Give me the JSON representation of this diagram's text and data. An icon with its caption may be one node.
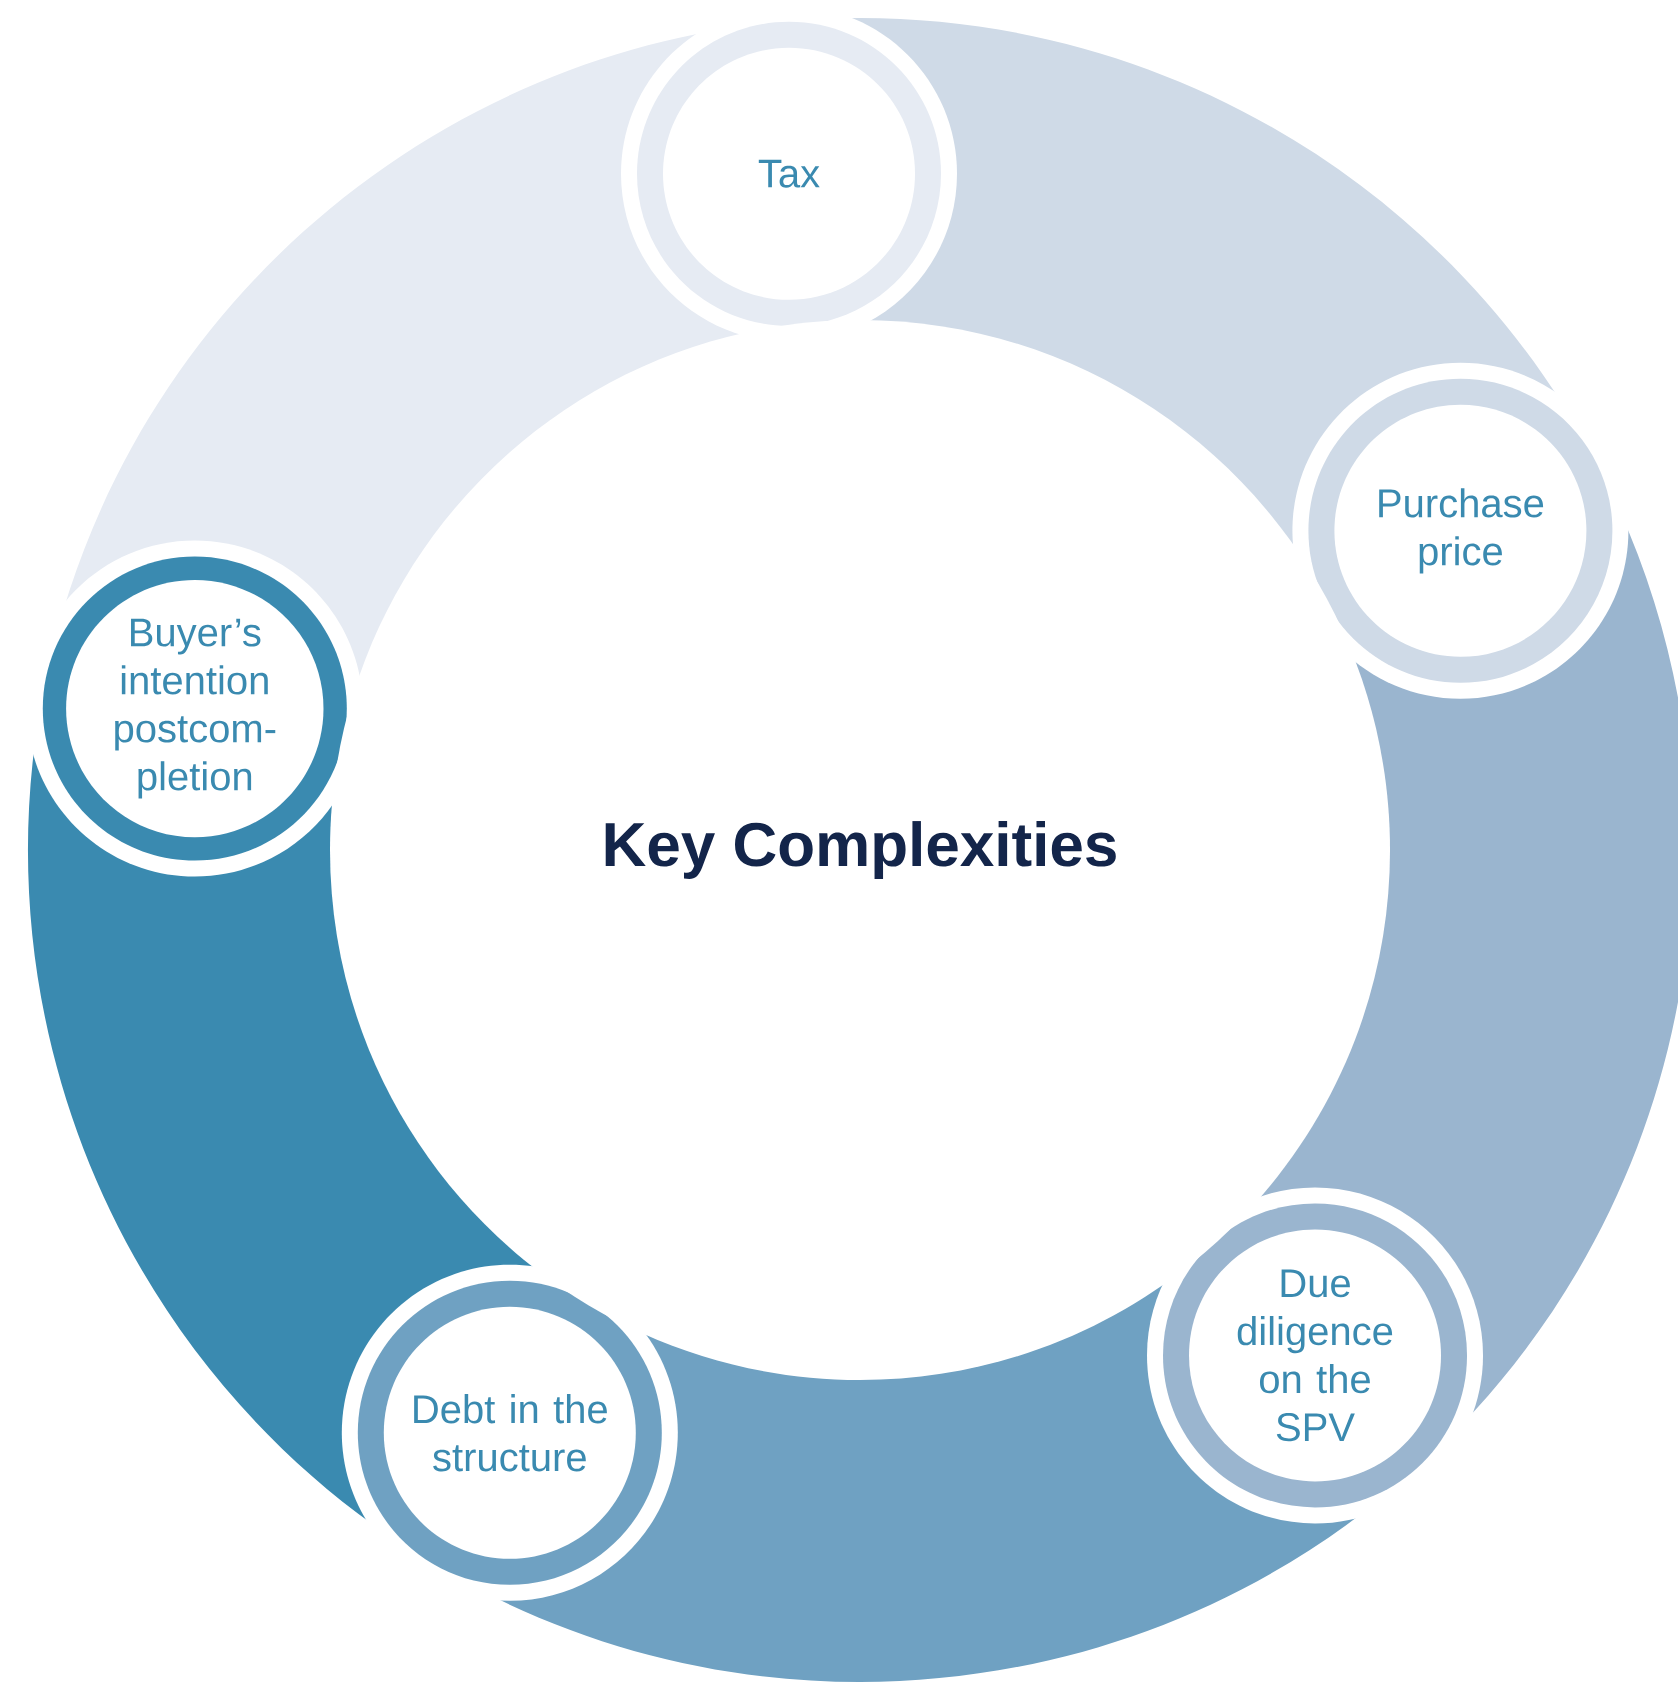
{
  "diagram": {
    "nodes": [
      {
        "text": [
          "Tax"
        ]
      },
      {
        "text": [
          "Purchase price"
        ]
      },
      {
        "text": [
          "Buyer’s intention postcom- pletion"
        ]
      },
      {
        "text": [
          "Key Complexities"
        ]
      },
      {
        "text": [
          "Due diligence on the SPV"
        ]
      },
      {
        "text": [
          "Debt in the structure"
        ]
      }
    ]
  }
}
